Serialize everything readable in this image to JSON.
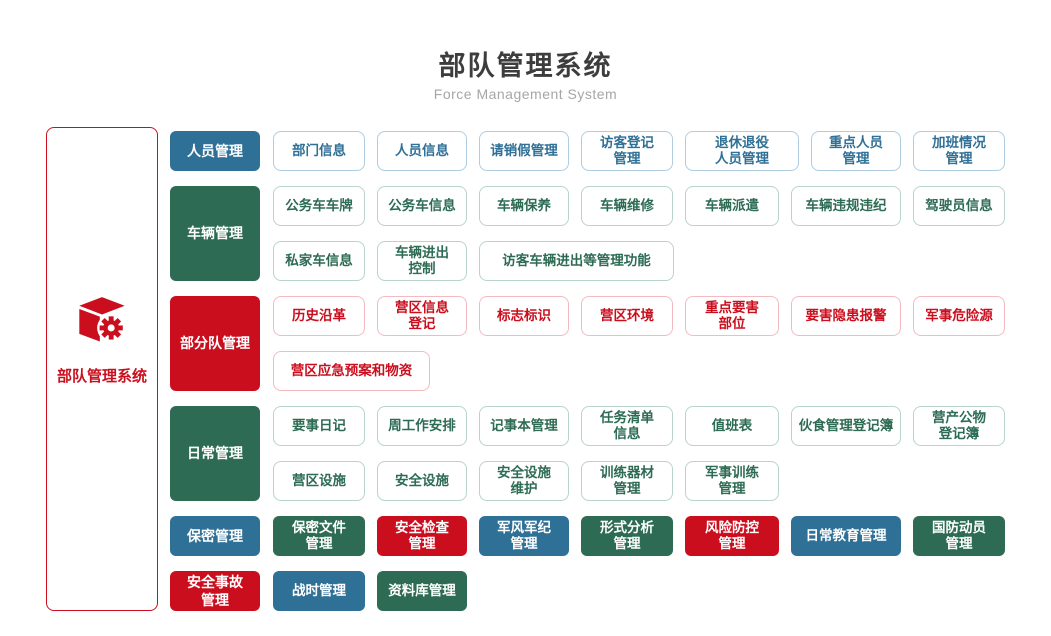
{
  "header": {
    "title": "部队管理系统",
    "subtitle": "Force Management System"
  },
  "sidebar": {
    "label": "部队管理系统",
    "icon": "cube-gear-icon"
  },
  "palette": {
    "blue": "#2F7096",
    "green": "#2D6B54",
    "red": "#CB0E1E",
    "blue_border": "#AECDE0",
    "green_border": "#B9D4C8",
    "red_border": "#F3BBBF",
    "title_text": "#3D3D3D",
    "subtitle_text": "#A6A6A6"
  },
  "groups": [
    {
      "category": {
        "label": "人员管理",
        "color": "blue"
      },
      "items": [
        {
          "label": "部门信息"
        },
        {
          "label": "人员信息"
        },
        {
          "label": "请销假管理"
        },
        {
          "label": "访客登记\n管理"
        },
        {
          "label": "退休退役\n人员管理"
        },
        {
          "label": "重点人员\n管理"
        },
        {
          "label": "加班情况\n管理"
        }
      ]
    },
    {
      "category": {
        "label": "车辆管理",
        "color": "green"
      },
      "items": [
        {
          "label": "公务车车牌"
        },
        {
          "label": "公务车信息"
        },
        {
          "label": "车辆保养"
        },
        {
          "label": "车辆维修"
        },
        {
          "label": "车辆派遣"
        },
        {
          "label": "车辆违规违纪"
        },
        {
          "label": "驾驶员信息"
        },
        {
          "label": "私家车信息"
        },
        {
          "label": "车辆进出\n控制"
        },
        {
          "label": "访客车辆进出等管理功能"
        }
      ]
    },
    {
      "category": {
        "label": "部分队管理",
        "color": "red"
      },
      "items": [
        {
          "label": "历史沿革"
        },
        {
          "label": "营区信息\n登记"
        },
        {
          "label": "标志标识"
        },
        {
          "label": "营区环境"
        },
        {
          "label": "重点要害\n部位"
        },
        {
          "label": "要害隐患报警"
        },
        {
          "label": "军事危险源"
        },
        {
          "label": "营区应急预案和物资"
        }
      ]
    },
    {
      "category": {
        "label": "日常管理",
        "color": "green"
      },
      "items": [
        {
          "label": "要事日记"
        },
        {
          "label": "周工作安排"
        },
        {
          "label": "记事本管理"
        },
        {
          "label": "任务清单\n信息"
        },
        {
          "label": "值班表"
        },
        {
          "label": "伙食管理登记簿"
        },
        {
          "label": "营产公物\n登记簿"
        },
        {
          "label": "营区设施"
        },
        {
          "label": "安全设施"
        },
        {
          "label": "安全设施\n维护"
        },
        {
          "label": "训练器材\n管理"
        },
        {
          "label": "军事训练\n管理"
        }
      ]
    },
    {
      "category": {
        "label": "保密管理",
        "color": "blue"
      },
      "items": [
        {
          "label": "保密文件\n管理",
          "color": "green"
        },
        {
          "label": "安全检查\n管理",
          "color": "red"
        },
        {
          "label": "军风军纪\n管理",
          "color": "blue"
        },
        {
          "label": "形式分析\n管理",
          "color": "green"
        },
        {
          "label": "风险防控\n管理",
          "color": "red"
        },
        {
          "label": "日常教育管理",
          "color": "blue"
        },
        {
          "label": "国防动员\n管理",
          "color": "green"
        }
      ]
    },
    {
      "category": {
        "label": "安全事故\n管理",
        "color": "red"
      },
      "items": [
        {
          "label": "战时管理",
          "color": "blue"
        },
        {
          "label": "资料库管理",
          "color": "green"
        }
      ]
    }
  ]
}
